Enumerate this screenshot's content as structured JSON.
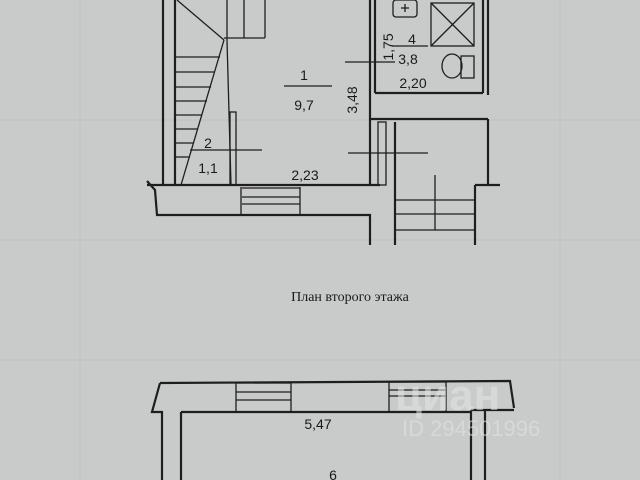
{
  "upper_plan": {
    "rooms": [
      {
        "number": "1",
        "area": "9,7"
      },
      {
        "number": "2",
        "area": "1,1"
      },
      {
        "number": "4",
        "area": "3,8"
      }
    ],
    "dimensions": {
      "room1_height": "3,48",
      "room1_width": "2,23",
      "room4_height": "1,75",
      "room4_width": "2,20"
    }
  },
  "section_title": "План второго этажа",
  "lower_plan": {
    "room_number": "6",
    "dimensions": {
      "width": "5,47"
    }
  },
  "watermark": {
    "brand": "циан",
    "id_text": "ID 294501996"
  }
}
